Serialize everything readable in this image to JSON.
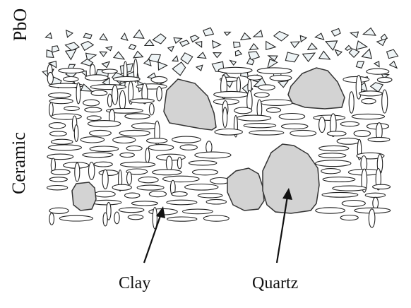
{
  "labels": {
    "pbo": "PbO",
    "ceramic": "Ceramic",
    "clay": "Clay",
    "quartz": "Quartz"
  },
  "colors": {
    "background": "#ffffff",
    "outline": "#222222",
    "quartz_fill": "#d3d3d3",
    "pbo_fill": "#eef4f6"
  }
}
